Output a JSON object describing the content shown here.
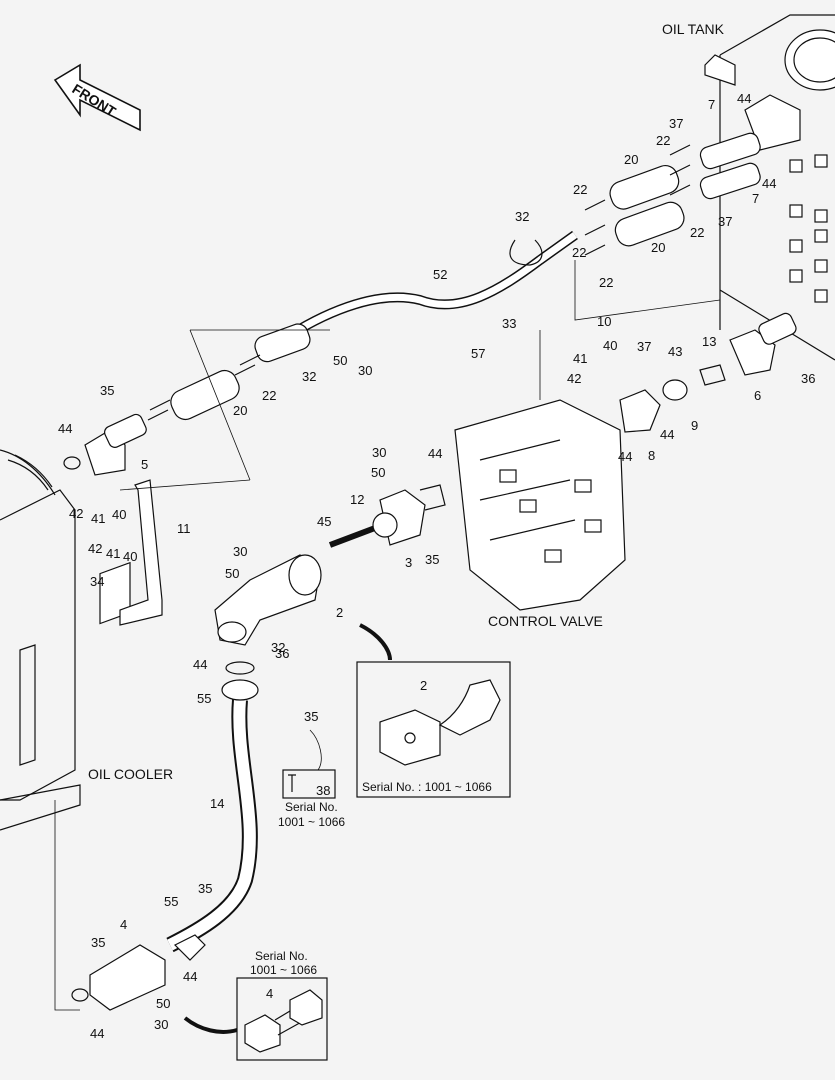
{
  "captions": {
    "oil_tank": "OIL TANK",
    "control_valve": "CONTROL VALVE",
    "oil_cooler": "OIL COOLER",
    "front": "FRONT"
  },
  "inset_right": {
    "part": "2",
    "serial": "Serial No. : 1001 ~ 1066"
  },
  "inset_mid": {
    "part": "38",
    "serial_line1": "Serial No.",
    "serial_line2": "1001 ~ 1066"
  },
  "inset_bottom": {
    "part": "4",
    "serial_line1": "Serial No.",
    "serial_line2": "1001 ~ 1066"
  },
  "callouts": [
    "44",
    "7",
    "37",
    "22",
    "20",
    "44",
    "7",
    "22",
    "37",
    "22",
    "32",
    "22",
    "20",
    "22",
    "52",
    "33",
    "10",
    "57",
    "40",
    "41",
    "42",
    "37",
    "13",
    "43",
    "36",
    "6",
    "9",
    "44",
    "8",
    "44",
    "32",
    "50",
    "30",
    "35",
    "20",
    "22",
    "5",
    "44",
    "42",
    "41",
    "40",
    "42",
    "41",
    "40",
    "11",
    "34",
    "30",
    "50",
    "44",
    "12",
    "45",
    "3",
    "35",
    "30",
    "50",
    "2",
    "32",
    "36",
    "44",
    "55",
    "35",
    "14",
    "35",
    "55",
    "4",
    "35",
    "44",
    "50",
    "30",
    "44"
  ]
}
